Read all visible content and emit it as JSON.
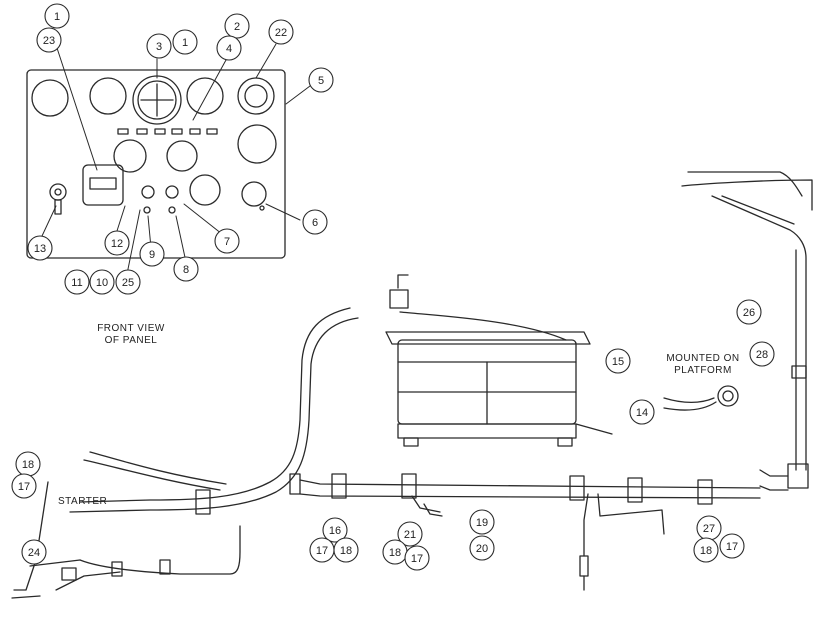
{
  "labels": {
    "front_view_line1": "FRONT VIEW",
    "front_view_line2": "OF PANEL",
    "starter": "STARTER",
    "mounted_line1": "MOUNTED ON",
    "mounted_line2": "PLATFORM"
  },
  "callouts": [
    "1",
    "23",
    "3",
    "1",
    "2",
    "4",
    "22",
    "5",
    "6",
    "7",
    "8",
    "9",
    "25",
    "10",
    "11",
    "12",
    "13",
    "26",
    "28",
    "15",
    "14",
    "19",
    "20",
    "21",
    "18",
    "17",
    "16",
    "17",
    "18",
    "27",
    "18",
    "17",
    "18",
    "17",
    "24"
  ],
  "colors": {
    "line": "#2a2a2a",
    "paper": "#ffffff"
  }
}
